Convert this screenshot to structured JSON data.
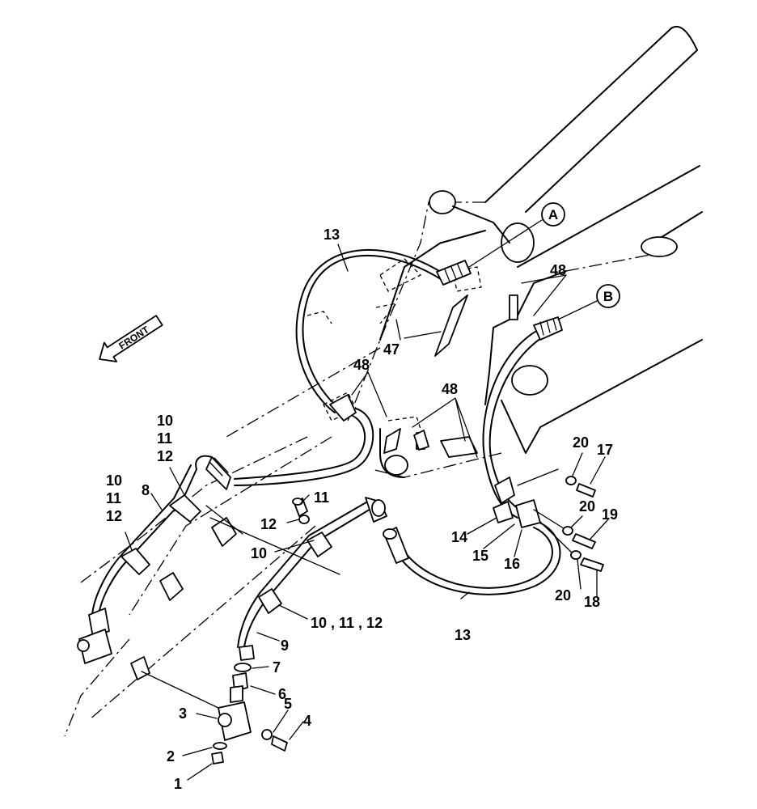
{
  "front_label": "FRONT",
  "callouts": {
    "a": "A",
    "b": "B"
  },
  "labels": {
    "l1": "1",
    "l2": "2",
    "l3": "3",
    "l4": "4",
    "l5": "5",
    "l6": "6",
    "l7": "7",
    "l8": "8",
    "l9": "9",
    "l10_l11_l12": "10 , 11 , 12",
    "l10a": "10",
    "l11a": "11",
    "l12a": "12",
    "l10b": "10",
    "l11b": "11",
    "l12b": "12",
    "l10c": "10",
    "l11c": "11",
    "l12c": "12",
    "l13_top": "13",
    "l13_bottom": "13",
    "l14": "14",
    "l15": "15",
    "l16": "16",
    "l17": "17",
    "l18": "18",
    "l19": "19",
    "l20a": "20",
    "l20b": "20",
    "l20c": "20",
    "l47": "47",
    "l48a": "48",
    "l48b": "48",
    "l48c": "48"
  }
}
